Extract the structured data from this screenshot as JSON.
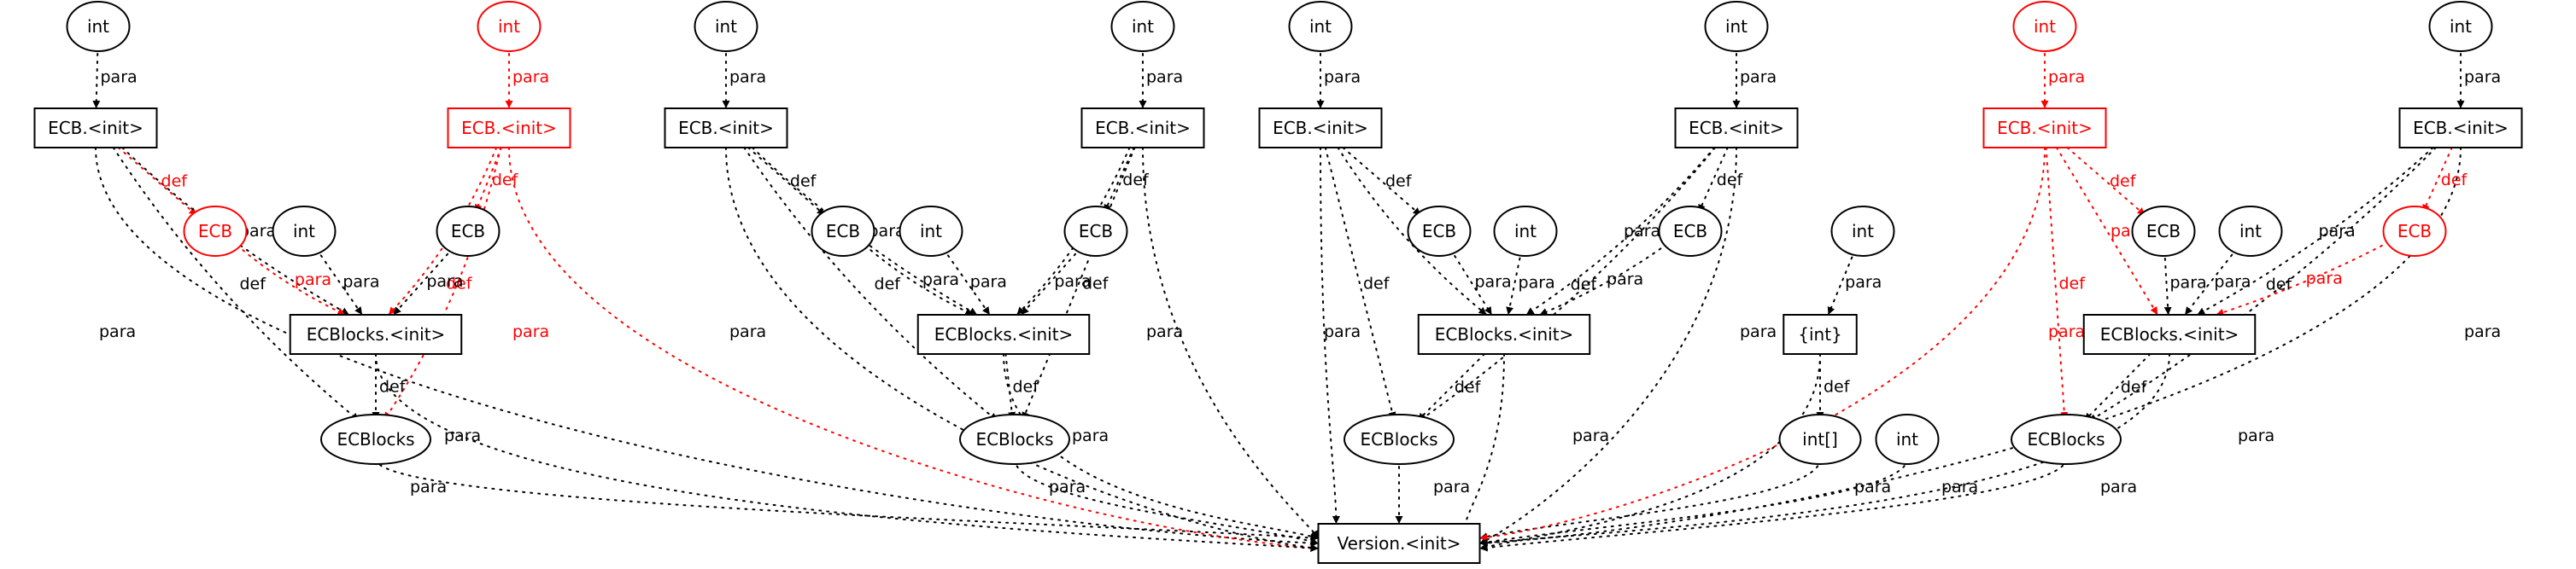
{
  "graph": {
    "colors": {
      "normal": "#000000",
      "highlight": "#ff0000",
      "background": "#ffffff"
    },
    "nodes": [
      {
        "id": "a_int1",
        "label": "int",
        "shape": "ellipse",
        "highlight": false
      },
      {
        "id": "a_init1",
        "label": "ECB.<init>",
        "shape": "box",
        "highlight": false
      },
      {
        "id": "a_ecb1",
        "label": "ECB",
        "shape": "ellipse",
        "highlight": true
      },
      {
        "id": "a_int2",
        "label": "int",
        "shape": "ellipse",
        "highlight": false
      },
      {
        "id": "a_ecb2",
        "label": "ECB",
        "shape": "ellipse",
        "highlight": false
      },
      {
        "id": "a_int3",
        "label": "int",
        "shape": "ellipse",
        "highlight": true
      },
      {
        "id": "a_init2",
        "label": "ECB.<init>",
        "shape": "box",
        "highlight": true
      },
      {
        "id": "a_blinit",
        "label": "ECBlocks.<init>",
        "shape": "box",
        "highlight": false
      },
      {
        "id": "a_blocks",
        "label": "ECBlocks",
        "shape": "ellipse",
        "highlight": false
      },
      {
        "id": "b_int1",
        "label": "int",
        "shape": "ellipse",
        "highlight": false
      },
      {
        "id": "b_init1",
        "label": "ECB.<init>",
        "shape": "box",
        "highlight": false
      },
      {
        "id": "b_ecb1",
        "label": "ECB",
        "shape": "ellipse",
        "highlight": false
      },
      {
        "id": "b_int2",
        "label": "int",
        "shape": "ellipse",
        "highlight": false
      },
      {
        "id": "b_ecb2",
        "label": "ECB",
        "shape": "ellipse",
        "highlight": false
      },
      {
        "id": "b_int3",
        "label": "int",
        "shape": "ellipse",
        "highlight": false
      },
      {
        "id": "b_init2",
        "label": "ECB.<init>",
        "shape": "box",
        "highlight": false
      },
      {
        "id": "b_blinit",
        "label": "ECBlocks.<init>",
        "shape": "box",
        "highlight": false
      },
      {
        "id": "b_blocks",
        "label": "ECBlocks",
        "shape": "ellipse",
        "highlight": false
      },
      {
        "id": "c_int1",
        "label": "int",
        "shape": "ellipse",
        "highlight": false
      },
      {
        "id": "c_init1",
        "label": "ECB.<init>",
        "shape": "box",
        "highlight": false
      },
      {
        "id": "c_ecb1",
        "label": "ECB",
        "shape": "ellipse",
        "highlight": false
      },
      {
        "id": "c_int2",
        "label": "int",
        "shape": "ellipse",
        "highlight": false
      },
      {
        "id": "c_ecb2",
        "label": "ECB",
        "shape": "ellipse",
        "highlight": false
      },
      {
        "id": "c_int3",
        "label": "int",
        "shape": "ellipse",
        "highlight": false
      },
      {
        "id": "c_init2",
        "label": "ECB.<init>",
        "shape": "box",
        "highlight": false
      },
      {
        "id": "c_blinit",
        "label": "ECBlocks.<init>",
        "shape": "box",
        "highlight": false
      },
      {
        "id": "c_blocks",
        "label": "ECBlocks",
        "shape": "ellipse",
        "highlight": false
      },
      {
        "id": "e_int1",
        "label": "int",
        "shape": "ellipse",
        "highlight": false
      },
      {
        "id": "e_set",
        "label": "{int}",
        "shape": "box",
        "highlight": false
      },
      {
        "id": "e_arr",
        "label": "int[]",
        "shape": "ellipse",
        "highlight": false
      },
      {
        "id": "e_int2",
        "label": "int",
        "shape": "ellipse",
        "highlight": false
      },
      {
        "id": "d_int1",
        "label": "int",
        "shape": "ellipse",
        "highlight": true
      },
      {
        "id": "d_init1",
        "label": "ECB.<init>",
        "shape": "box",
        "highlight": true
      },
      {
        "id": "d_ecb1",
        "label": "ECB",
        "shape": "ellipse",
        "highlight": false
      },
      {
        "id": "d_int2",
        "label": "int",
        "shape": "ellipse",
        "highlight": false
      },
      {
        "id": "d_ecb2",
        "label": "ECB",
        "shape": "ellipse",
        "highlight": true
      },
      {
        "id": "d_int3",
        "label": "int",
        "shape": "ellipse",
        "highlight": false
      },
      {
        "id": "d_init2",
        "label": "ECB.<init>",
        "shape": "box",
        "highlight": false
      },
      {
        "id": "d_blinit",
        "label": "ECBlocks.<init>",
        "shape": "box",
        "highlight": false
      },
      {
        "id": "d_blocks",
        "label": "ECBlocks",
        "shape": "ellipse",
        "highlight": false
      },
      {
        "id": "version",
        "label": "Version.<init>",
        "shape": "box",
        "highlight": false
      }
    ],
    "edges": [
      {
        "from": "a_int1",
        "to": "a_init1",
        "label": "para",
        "highlight": false
      },
      {
        "from": "a_init1",
        "to": "a_ecb1",
        "label": "def",
        "highlight": true
      },
      {
        "from": "a_init1",
        "to": "a_blinit",
        "label": "para",
        "highlight": false
      },
      {
        "from": "a_init1",
        "to": "a_blocks",
        "label": "def",
        "highlight": false
      },
      {
        "from": "a_init1",
        "to": "version",
        "label": "para",
        "highlight": false
      },
      {
        "from": "a_ecb1",
        "to": "a_blinit",
        "label": "para",
        "highlight": true
      },
      {
        "from": "a_int2",
        "to": "a_blinit",
        "label": "para",
        "highlight": false
      },
      {
        "from": "a_int3",
        "to": "a_init2",
        "label": "para",
        "highlight": true
      },
      {
        "from": "a_init2",
        "to": "a_ecb2",
        "label": "def",
        "highlight": true
      },
      {
        "from": "a_init2",
        "to": "a_blinit",
        "label": "para",
        "highlight": true
      },
      {
        "from": "a_init2",
        "to": "a_blocks",
        "label": "def",
        "highlight": true
      },
      {
        "from": "a_init2",
        "to": "version",
        "label": "para",
        "highlight": true
      },
      {
        "from": "a_ecb2",
        "to": "a_blinit",
        "label": "para",
        "highlight": false
      },
      {
        "from": "a_blinit",
        "to": "a_blocks",
        "label": "def",
        "highlight": false
      },
      {
        "from": "a_blinit",
        "to": "version",
        "label": "para",
        "highlight": false
      },
      {
        "from": "a_blocks",
        "to": "version",
        "label": "para",
        "highlight": false
      },
      {
        "from": "b_int1",
        "to": "b_init1",
        "label": "para",
        "highlight": false
      },
      {
        "from": "b_init1",
        "to": "b_ecb1",
        "label": "def",
        "highlight": false
      },
      {
        "from": "b_init1",
        "to": "b_blinit",
        "label": "para",
        "highlight": false
      },
      {
        "from": "b_init1",
        "to": "b_blocks",
        "label": "def",
        "highlight": false
      },
      {
        "from": "b_init1",
        "to": "version",
        "label": "para",
        "highlight": false
      },
      {
        "from": "b_ecb1",
        "to": "b_blinit",
        "label": "para",
        "highlight": false
      },
      {
        "from": "b_int2",
        "to": "b_blinit",
        "label": "para",
        "highlight": false
      },
      {
        "from": "b_int3",
        "to": "b_init2",
        "label": "para",
        "highlight": false
      },
      {
        "from": "b_init2",
        "to": "b_ecb2",
        "label": "def",
        "highlight": false
      },
      {
        "from": "b_init2",
        "to": "b_blinit",
        "label": "para",
        "highlight": false
      },
      {
        "from": "b_init2",
        "to": "b_blocks",
        "label": "def",
        "highlight": false
      },
      {
        "from": "b_init2",
        "to": "version",
        "label": "para",
        "highlight": false
      },
      {
        "from": "b_ecb2",
        "to": "b_blinit",
        "label": "para",
        "highlight": false
      },
      {
        "from": "b_blinit",
        "to": "b_blocks",
        "label": "def",
        "highlight": false
      },
      {
        "from": "b_blinit",
        "to": "version",
        "label": "para",
        "highlight": false
      },
      {
        "from": "b_blocks",
        "to": "version",
        "label": "para",
        "highlight": false
      },
      {
        "from": "c_int1",
        "to": "c_init1",
        "label": "para",
        "highlight": false
      },
      {
        "from": "c_init1",
        "to": "c_ecb1",
        "label": "def",
        "highlight": false
      },
      {
        "from": "c_init1",
        "to": "c_blinit",
        "label": "para",
        "highlight": false
      },
      {
        "from": "c_init1",
        "to": "c_blocks",
        "label": "def",
        "highlight": false
      },
      {
        "from": "c_init1",
        "to": "version",
        "label": "para",
        "highlight": false
      },
      {
        "from": "c_ecb1",
        "to": "c_blinit",
        "label": "para",
        "highlight": false
      },
      {
        "from": "c_int2",
        "to": "c_blinit",
        "label": "para",
        "highlight": false
      },
      {
        "from": "c_int3",
        "to": "c_init2",
        "label": "para",
        "highlight": false
      },
      {
        "from": "c_init2",
        "to": "c_ecb2",
        "label": "def",
        "highlight": false
      },
      {
        "from": "c_init2",
        "to": "c_blinit",
        "label": "para",
        "highlight": false
      },
      {
        "from": "c_init2",
        "to": "c_blocks",
        "label": "def",
        "highlight": false
      },
      {
        "from": "c_init2",
        "to": "version",
        "label": "para",
        "highlight": false
      },
      {
        "from": "c_ecb2",
        "to": "c_blinit",
        "label": "para",
        "highlight": false
      },
      {
        "from": "c_blinit",
        "to": "c_blocks",
        "label": "def",
        "highlight": false
      },
      {
        "from": "c_blinit",
        "to": "version",
        "label": "para",
        "highlight": false
      },
      {
        "from": "c_blocks",
        "to": "version",
        "label": "para",
        "highlight": false
      },
      {
        "from": "e_int1",
        "to": "e_set",
        "label": "para",
        "highlight": false
      },
      {
        "from": "e_set",
        "to": "e_arr",
        "label": "def",
        "highlight": false
      },
      {
        "from": "e_set",
        "to": "version",
        "label": "para",
        "highlight": false
      },
      {
        "from": "e_arr",
        "to": "version",
        "label": "para",
        "highlight": false
      },
      {
        "from": "e_int2",
        "to": "version",
        "label": "para",
        "highlight": false
      },
      {
        "from": "d_int1",
        "to": "d_init1",
        "label": "para",
        "highlight": true
      },
      {
        "from": "d_init1",
        "to": "d_ecb1",
        "label": "def",
        "highlight": true
      },
      {
        "from": "d_init1",
        "to": "d_blinit",
        "label": "para",
        "highlight": true
      },
      {
        "from": "d_init1",
        "to": "d_blocks",
        "label": "def",
        "highlight": true
      },
      {
        "from": "d_init1",
        "to": "version",
        "label": "para",
        "highlight": true
      },
      {
        "from": "d_ecb1",
        "to": "d_blinit",
        "label": "para",
        "highlight": false
      },
      {
        "from": "d_int2",
        "to": "d_blinit",
        "label": "para",
        "highlight": false
      },
      {
        "from": "d_int3",
        "to": "d_init2",
        "label": "para",
        "highlight": false
      },
      {
        "from": "d_init2",
        "to": "d_ecb2",
        "label": "def",
        "highlight": true
      },
      {
        "from": "d_init2",
        "to": "d_blinit",
        "label": "para",
        "highlight": false
      },
      {
        "from": "d_init2",
        "to": "d_blocks",
        "label": "def",
        "highlight": false
      },
      {
        "from": "d_init2",
        "to": "version",
        "label": "para",
        "highlight": false
      },
      {
        "from": "d_ecb2",
        "to": "d_blinit",
        "label": "para",
        "highlight": true
      },
      {
        "from": "d_blinit",
        "to": "d_blocks",
        "label": "def",
        "highlight": false
      },
      {
        "from": "d_blinit",
        "to": "version",
        "label": "para",
        "highlight": false
      },
      {
        "from": "d_blocks",
        "to": "version",
        "label": "para",
        "highlight": false
      }
    ]
  }
}
